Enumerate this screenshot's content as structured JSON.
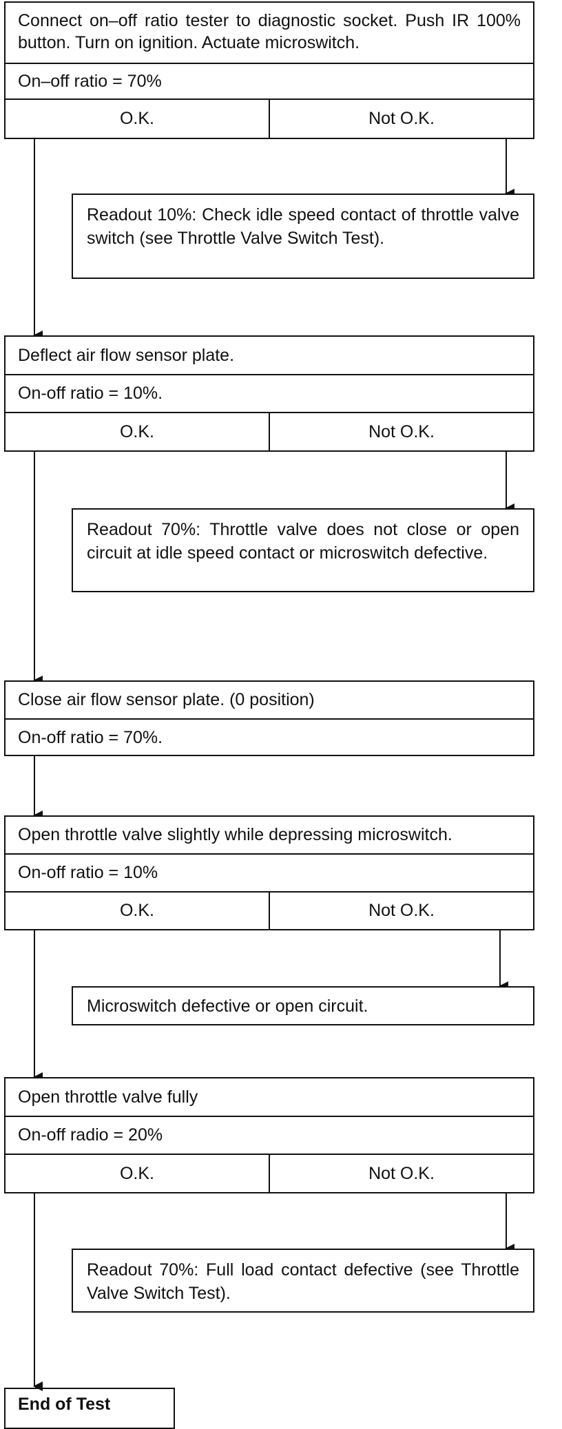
{
  "steps": [
    {
      "instruction": "Connect on–off ratio tester to diagnostic socket. Push IR 100% button. Turn on ignition. Actuate microswitch.",
      "expected": "On–off ratio = 70%",
      "ok": "O.K.",
      "not_ok": "Not O.K.",
      "remedy": "Readout 10%: Check idle speed contact of throttle valve switch (see Throttle Valve Switch Test)."
    },
    {
      "instruction": "Deflect air flow sensor plate.",
      "expected": "On-off ratio = 10%.",
      "ok": "O.K.",
      "not_ok": "Not O.K.",
      "remedy": "Readout 70%: Throttle valve does not close or open circuit at idle speed contact or microswitch defective."
    },
    {
      "instruction": "Close air flow sensor plate. (0 position)",
      "expected": "On-off ratio = 70%."
    },
    {
      "instruction": "Open throttle valve slightly while depressing microswitch.",
      "expected": "On-off ratio = 10%",
      "ok": "O.K.",
      "not_ok": "Not O.K.",
      "remedy": "Microswitch defective or open circuit."
    },
    {
      "instruction": "Open throttle valve fully",
      "expected": "On-off radio = 20%",
      "ok": "O.K.",
      "not_ok": "Not O.K.",
      "remedy": "Readout 70%: Full load contact defective (see Throttle Valve Switch Test)."
    }
  ],
  "end_label": "End of Test"
}
